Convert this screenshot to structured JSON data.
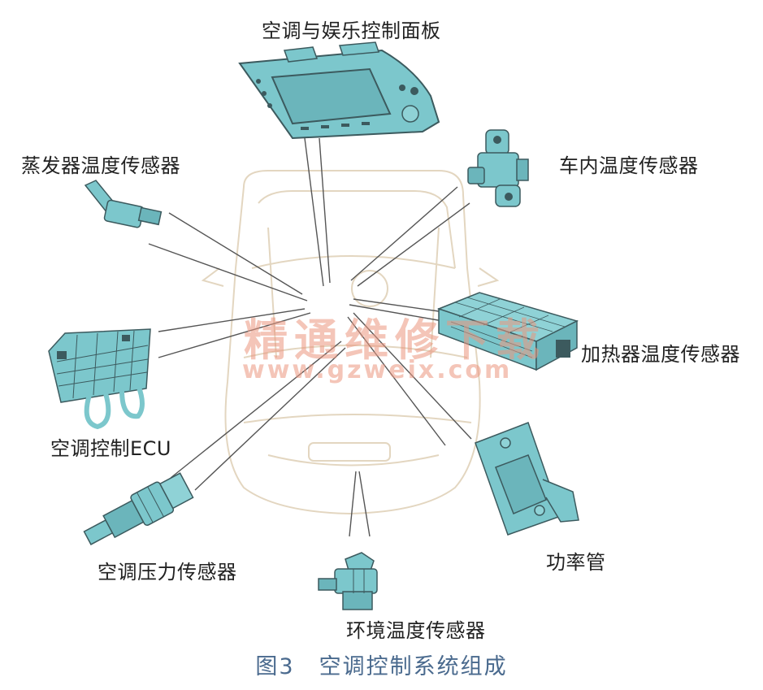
{
  "labels": {
    "panel": "空调与娱乐控制面板",
    "evap_sensor": "蒸发器温度传感器",
    "cabin_sensor": "车内温度传感器",
    "heater_sensor": "加热器温度传感器",
    "ecu": "空调控制ECU",
    "pressure_sensor": "空调压力传感器",
    "power_transistor": "功率管",
    "ambient_sensor": "环境温度传感器"
  },
  "caption": {
    "figure": "图3",
    "title": "空调控制系统组成"
  },
  "watermark": {
    "text": "精通维修下载",
    "url": "www.gzweix.com"
  },
  "colors": {
    "component_fill": "#7cc7cc",
    "component_stroke": "#3c5a5e",
    "car_outline": "#e3d6c0",
    "leader_line": "#555555",
    "caption": "#4a6a8e",
    "watermark": "#eb967d"
  }
}
